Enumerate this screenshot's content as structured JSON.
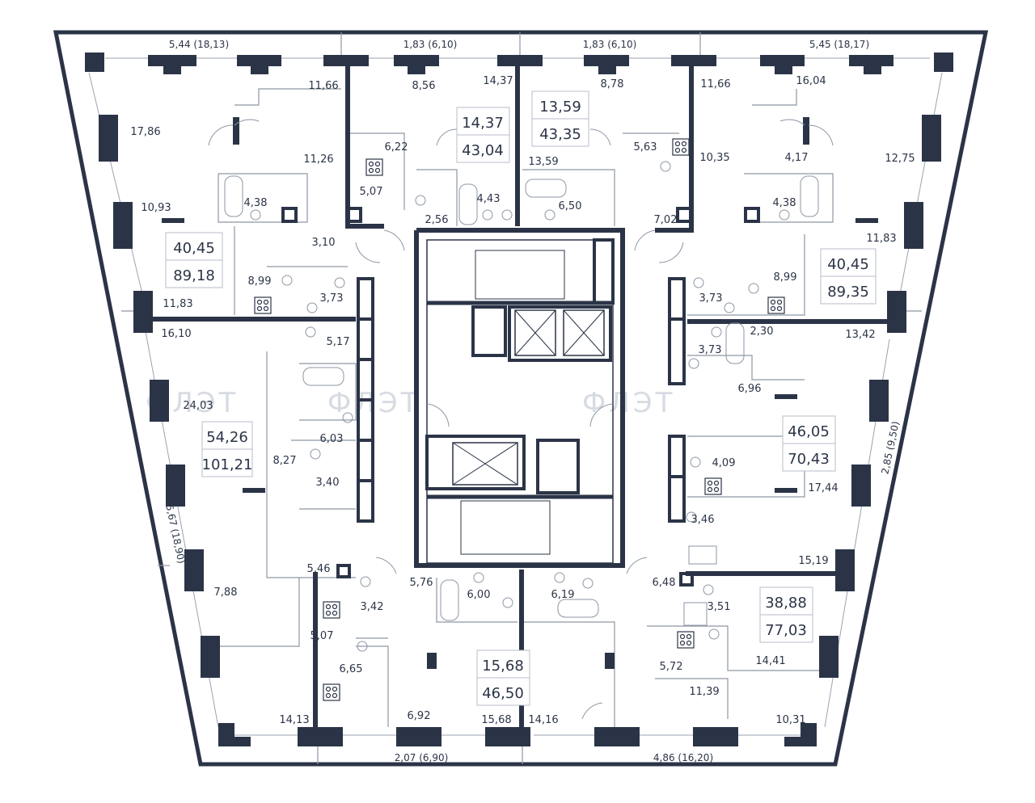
{
  "watermark": [
    "ФЛЭТ",
    "ФЛЭТ",
    "ФЛЭТ"
  ],
  "dimensions": {
    "top": [
      "5,44 (18,13)",
      "1,83 (6,10)",
      "1,83 (6,10)",
      "5,45 (18,17)"
    ],
    "bottom": [
      "2,07 (6,90)",
      "4,86 (16,20)"
    ],
    "left": "5,67 (18,90)",
    "right": "2,85 (9,50)"
  },
  "apartments": [
    {
      "id": "nw",
      "living": "40,45",
      "total": "89,18"
    },
    {
      "id": "nc1",
      "living": "14,37",
      "total": "43,04"
    },
    {
      "id": "nc2",
      "living": "13,59",
      "total": "43,35"
    },
    {
      "id": "ne",
      "living": "40,45",
      "total": "89,35"
    },
    {
      "id": "w",
      "living": "54,26",
      "total": "101,21"
    },
    {
      "id": "e",
      "living": "46,05",
      "total": "70,43"
    },
    {
      "id": "sc",
      "living": "15,68",
      "total": "46,50"
    },
    {
      "id": "se",
      "living": "38,88",
      "total": "77,03"
    }
  ],
  "rooms": [
    "11,66",
    "8,56",
    "14,37",
    "8,78",
    "11,66",
    "16,04",
    "17,86",
    "11,26",
    "6,22",
    "13,59",
    "5,63",
    "10,35",
    "4,17",
    "12,75",
    "4,38",
    "5,07",
    "4,43",
    "6,50",
    "4,38",
    "10,93",
    "2,56",
    "7,02",
    "11,83",
    "3,10",
    "8,99",
    "8,99",
    "3,73",
    "3,73",
    "11,83",
    "16,10",
    "13,42",
    "5,17",
    "3,73",
    "2,30",
    "24,03",
    "6,96",
    "6,03",
    "8,27",
    "4,09",
    "17,44",
    "3,40",
    "3,46",
    "5,46",
    "5,76",
    "6,48",
    "15,19",
    "6,00",
    "6,19",
    "7,88",
    "3,42",
    "3,51",
    "5,07",
    "6,65",
    "5,72",
    "14,41",
    "11,39",
    "14,13",
    "6,92",
    "15,68",
    "14,16",
    "10,31"
  ]
}
